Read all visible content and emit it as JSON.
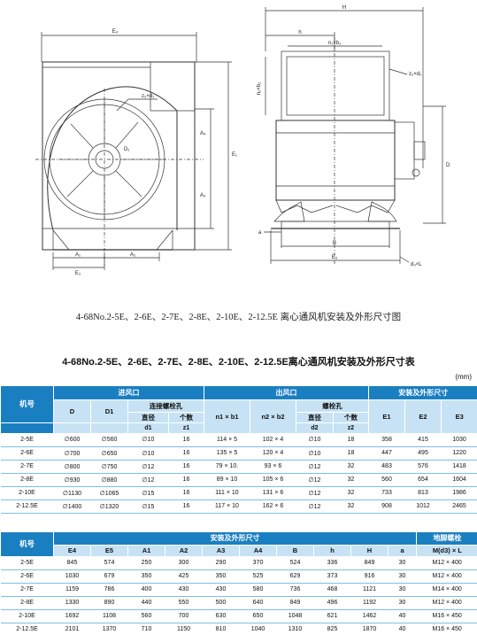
{
  "drawing": {
    "left_labels": [
      "E₄",
      "z₂×d₁",
      "D₁",
      "A₄",
      "A₃",
      "E₁",
      "A₁",
      "A₂",
      "E₂"
    ],
    "right_labels": [
      "H",
      "h",
      "n₁×b₁",
      "z₂×d₂",
      "n₂×b₂",
      "D",
      "a",
      "B",
      "E₅",
      "d₃×L"
    ]
  },
  "caption": "4-68No.2-5E、2-6E、2-7E、2-8E、2-10E、2-12.5E 离心通风机安装及外形尺寸图",
  "table_title": "4-68No.2-5E、2-6E、2-7E、2-8E、2-10E、2-12.5E离心通风机安装及外形尺寸表",
  "unit": "(mm)",
  "table1": {
    "model_header": "机号",
    "groups": {
      "inlet": "进风口",
      "outlet": "出风口",
      "install": "安装及外形尺寸"
    },
    "sub": {
      "bolt_holes": "连接螺栓孔",
      "bolt_holes2": "螺栓孔",
      "dia": "直径",
      "count": "个数"
    },
    "cols": {
      "D": "D",
      "D1": "D1",
      "d1": "d1",
      "z1": "z1",
      "n1b1": "n1 × b1",
      "n2b2": "n2 × b2",
      "d2": "d2",
      "z2": "z2",
      "E1": "E1",
      "E2": "E2",
      "E3": "E3"
    },
    "rows": [
      [
        "2-5E",
        "∅600",
        "∅560",
        "∅10",
        "16",
        "114 × 5",
        "102 × 4",
        "∅10",
        "18",
        "358",
        "415",
        "1030"
      ],
      [
        "2-6E",
        "∅700",
        "∅650",
        "∅10",
        "16",
        "135 × 5",
        "120 × 4",
        "∅10",
        "18",
        "447",
        "495",
        "1220"
      ],
      [
        "2-7E",
        "∅800",
        "∅750",
        "∅12",
        "16",
        "79 × 10.",
        "93 × 6",
        "∅12",
        "32",
        "483",
        "576",
        "1418"
      ],
      [
        "2-8E",
        "∅930",
        "∅880",
        "∅12",
        "16",
        "89 × 10",
        "105 × 6",
        "∅12",
        "32",
        "560",
        "654",
        "1604"
      ],
      [
        "2-10E",
        "∅1130",
        "∅1065",
        "∅15",
        "16",
        "111 × 10",
        "131 × 6",
        "∅12",
        "32",
        "733",
        "813",
        "1986"
      ],
      [
        "2-12.5E",
        "∅1400",
        "∅1320",
        "∅15",
        "16",
        "117 × 10",
        "162 × 6",
        "∅12",
        "32",
        "908",
        "1012",
        "2465"
      ]
    ]
  },
  "table2": {
    "model_header": "机号",
    "groups": {
      "install": "安装及外形尺寸",
      "anchor": "地脚螺栓"
    },
    "cols": [
      "E4",
      "E5",
      "A1",
      "A2",
      "A3",
      "A4",
      "B",
      "h",
      "H",
      "a",
      "M(d3) × L"
    ],
    "rows": [
      [
        "2-5E",
        "845",
        "574",
        "250",
        "300",
        "290",
        "370",
        "524",
        "336",
        "849",
        "30",
        "M12 × 400"
      ],
      [
        "2-6E",
        "1030",
        "679",
        "350",
        "425",
        "350",
        "525",
        "629",
        "373",
        "916",
        "30",
        "M12 × 400"
      ],
      [
        "2-7E",
        "1159",
        "786",
        "400",
        "430",
        "430",
        "580",
        "736",
        "468",
        "1121",
        "30",
        "M14 × 400"
      ],
      [
        "2-8E",
        "1330",
        "890",
        "440",
        "550",
        "500",
        "640",
        "849",
        "496",
        "1192",
        "30",
        "M12 × 400"
      ],
      [
        "2-10E",
        "1692",
        "1108",
        "560",
        "700",
        "630",
        "650",
        "1048",
        "621",
        "1462",
        "40",
        "M16 × 450"
      ],
      [
        "2-12.5E",
        "2101",
        "1370",
        "710",
        "1150",
        "810",
        "1040",
        "1310",
        "825",
        "1870",
        "40",
        "M16 × 450"
      ]
    ]
  }
}
